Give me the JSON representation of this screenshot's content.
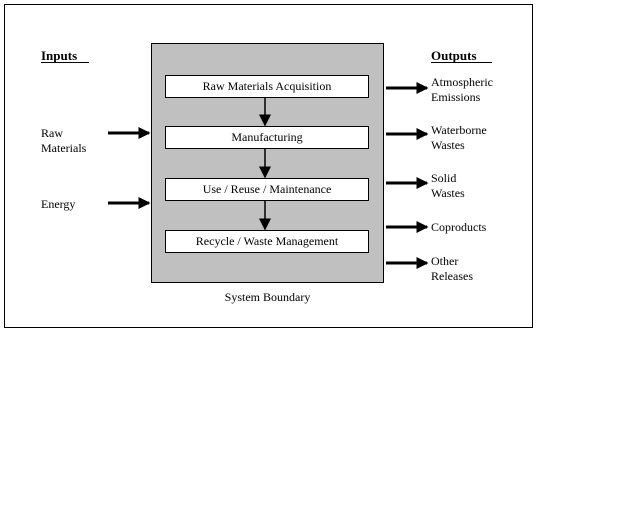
{
  "inputs_header": "Inputs",
  "outputs_header": "Outputs",
  "inputs": [
    {
      "line1": "Raw",
      "line2": "Materials"
    },
    {
      "line1": "Energy",
      "line2": ""
    }
  ],
  "stages": [
    "Raw Materials Acquisition",
    "Manufacturing",
    "Use / Reuse / Maintenance",
    "Recycle / Waste Management"
  ],
  "outputs": [
    {
      "line1": "Atmospheric",
      "line2": "Emissions"
    },
    {
      "line1": "Waterborne",
      "line2": "Wastes"
    },
    {
      "line1": "Solid",
      "line2": "Wastes"
    },
    {
      "line1": "Coproducts",
      "line2": ""
    },
    {
      "line1": "Other",
      "line2": "Releases"
    }
  ],
  "boundary_label": "System Boundary",
  "colors": {
    "boundary_fill": "#c0c0c0",
    "stage_fill": "#ffffff",
    "line": "#000000"
  }
}
